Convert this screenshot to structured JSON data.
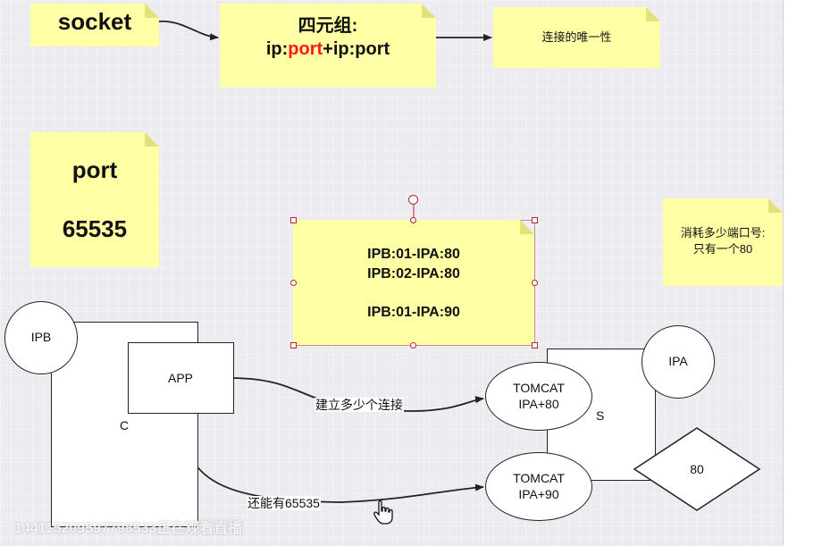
{
  "notes": {
    "socket": "socket",
    "tuple_title": "四元组:",
    "tuple_part1": "ip:",
    "tuple_port": "port",
    "tuple_part2": "+ip:port",
    "uniqueness": "连接的唯一性",
    "port_label": "port",
    "port_value": "65535",
    "conn_line1": "IPB:01-IPA:80",
    "conn_line2": "IPB:02-IPA:80",
    "conn_line3": "IPB:01-IPA:90",
    "consume_line1": "消耗多少端口号:",
    "consume_line2": "只有一个80"
  },
  "nodes": {
    "ipb": "IPB",
    "app": "APP",
    "client": "C",
    "ipa": "IPA",
    "server": "S",
    "tomcat1_line1": "TOMCAT",
    "tomcat1_line2": "IPA+80",
    "tomcat2_line1": "TOMCAT",
    "tomcat2_line2": "IPA+90",
    "port80": "80"
  },
  "edges": {
    "connections_question": "建立多少个连接",
    "still_available": "还能有65535"
  },
  "overlay": {
    "watermark": "1441152095977985​33正在观看直播"
  },
  "colors": {
    "sticky_note": "#ffffa6",
    "highlight_red": "#ff1a1a",
    "selection_handle": "#b5262b"
  }
}
